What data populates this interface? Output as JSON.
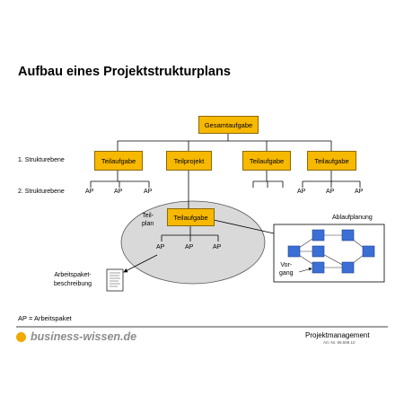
{
  "title": "Aufbau eines Projektstrukturplans",
  "levels": {
    "level1": "1. Strukturebene",
    "level2": "2. Strukturebene"
  },
  "nodes": {
    "root": "Gesamtaufgabe",
    "children": [
      "Teilaufgabe",
      "Teilprojekt",
      "Teilaufgabe",
      "Teilaufgabe"
    ],
    "sub": "Teilaufgabe"
  },
  "ap": "AP",
  "teilplan": [
    "Teil-",
    "plan"
  ],
  "ablaufplanung": "Ablaufplanung",
  "vorgang": [
    "Vor-",
    "gang"
  ],
  "arbeitspaket": [
    "Arbeitspaket-",
    "beschreibung"
  ],
  "legend": "AP = Arbeitspaket",
  "footer": {
    "brand": "business-wissen.de",
    "section": "Projektmanagement",
    "art_no": "Art.-Nr. 99.599.10"
  },
  "colors": {
    "box_fill": "#f7b800",
    "ellipse_fill": "#d9d9d9",
    "brand_dot": "#f2a900"
  }
}
